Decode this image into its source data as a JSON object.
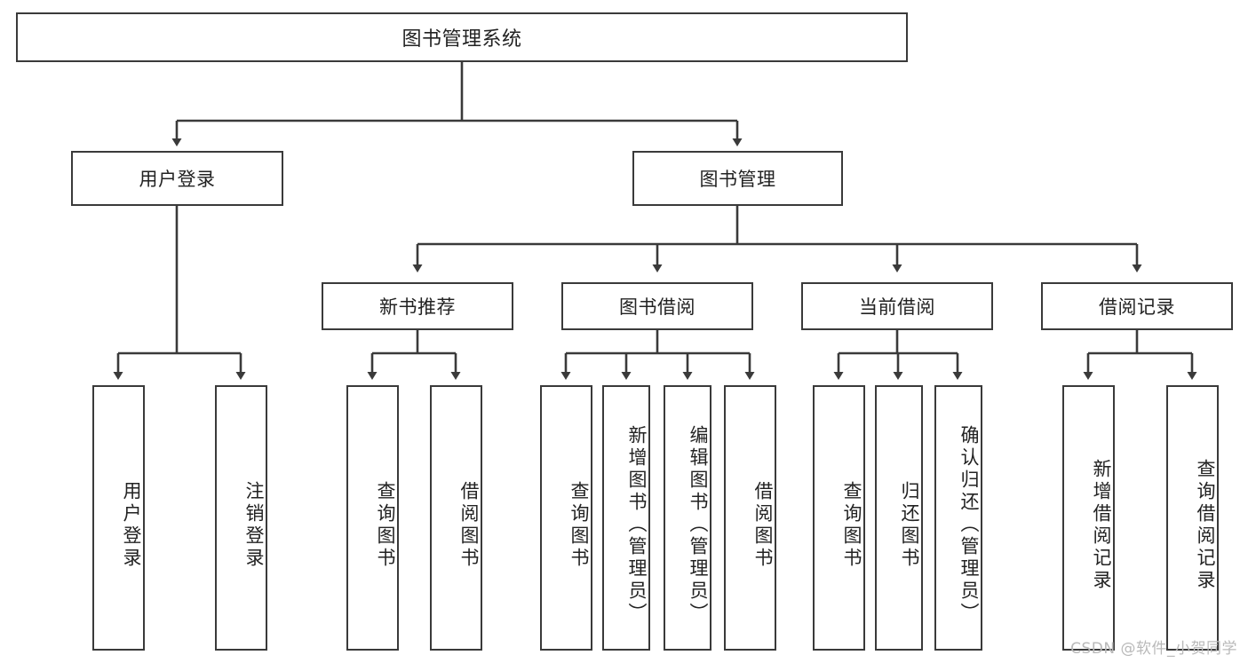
{
  "diagram": {
    "title": "图书管理系统",
    "type": "tree-hierarchy-chart",
    "root": {
      "label": "图书管理系统"
    },
    "level1": [
      {
        "label": "用户登录"
      },
      {
        "label": "图书管理"
      }
    ],
    "level2": [
      {
        "label": "新书推荐"
      },
      {
        "label": "图书借阅"
      },
      {
        "label": "当前借阅"
      },
      {
        "label": "借阅记录"
      }
    ],
    "leaves": [
      {
        "label": "用户登录"
      },
      {
        "label": "注销登录"
      },
      {
        "label": "查询图书"
      },
      {
        "label": "借阅图书"
      },
      {
        "label": "查询图书"
      },
      {
        "label": "新增图书（管理员）"
      },
      {
        "label": "编辑图书（管理员）"
      },
      {
        "label": "借阅图书"
      },
      {
        "label": "查询图书"
      },
      {
        "label": "归还图书"
      },
      {
        "label": "确认归还（管理员）"
      },
      {
        "label": "新增借阅记录"
      },
      {
        "label": "查询借阅记录"
      }
    ],
    "watermark": "CSDN @软件_小贺同学",
    "colors": {
      "stroke": "#3a3a3a",
      "fill": "#ffffff",
      "text": "#222222",
      "watermark": "#b9b9b9"
    }
  }
}
